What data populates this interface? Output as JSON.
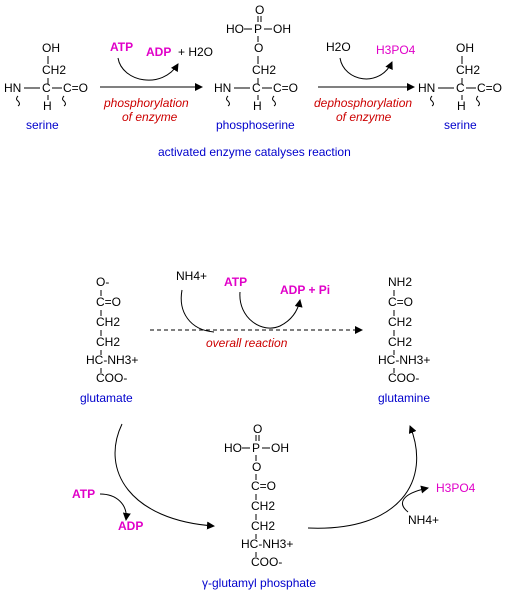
{
  "top": {
    "serine1": {
      "oh": "OH",
      "ch2": "CH2",
      "hn": "HN",
      "c": "C",
      "co": "C=O",
      "h": "H",
      "name": "serine"
    },
    "step1": {
      "atp": "ATP",
      "adp": "ADP",
      "plus_h2o": "+ H2O",
      "label_line1": "phosphorylation",
      "label_line2": "of enzyme"
    },
    "phosphoserine": {
      "ho_left": "HO",
      "p": "P",
      "oh_right": "OH",
      "o_top": "O",
      "o_link": "O",
      "ch2": "CH2",
      "hn": "HN",
      "c": "C",
      "co": "C=O",
      "h": "H",
      "name": "phosphoserine"
    },
    "step2": {
      "h2o": "H2O",
      "h3po4": "H3PO4",
      "label_line1": "dephosphorylation",
      "label_line2": "of enzyme"
    },
    "serine2": {
      "oh": "OH",
      "ch2": "CH2",
      "hn": "HN",
      "c": "C",
      "co": "C=O",
      "h": "H",
      "name": "serine"
    },
    "caption": "activated enzyme catalyses reaction"
  },
  "bottom": {
    "glutamate": {
      "o_minus": "O-",
      "co": "C=O",
      "ch2a": "CH2",
      "ch2b": "CH2",
      "hc_nh3": "HC-NH3+",
      "coo": "COO-",
      "name": "glutamate"
    },
    "nh4_top": "NH4+",
    "atp_top": "ATP",
    "adp_pi": "ADP + Pi",
    "overall": "overall reaction",
    "glutamine": {
      "nh2": "NH2",
      "co": "C=O",
      "ch2a": "CH2",
      "ch2b": "CH2",
      "hc_nh3": "HC-NH3+",
      "coo": "COO-",
      "name": "glutamine"
    },
    "atp_left": "ATP",
    "adp_left": "ADP",
    "gp": {
      "ho_left": "HO",
      "p": "P",
      "oh_right": "OH",
      "o_top": "O",
      "o_link": "O",
      "co": "C=O",
      "ch2a": "CH2",
      "ch2b": "CH2",
      "hc_nh3": "HC-NH3+",
      "coo": "COO-",
      "name": "γ-glutamyl phosphate"
    },
    "h3po4_right": "H3PO4",
    "nh4_right": "NH4+"
  }
}
